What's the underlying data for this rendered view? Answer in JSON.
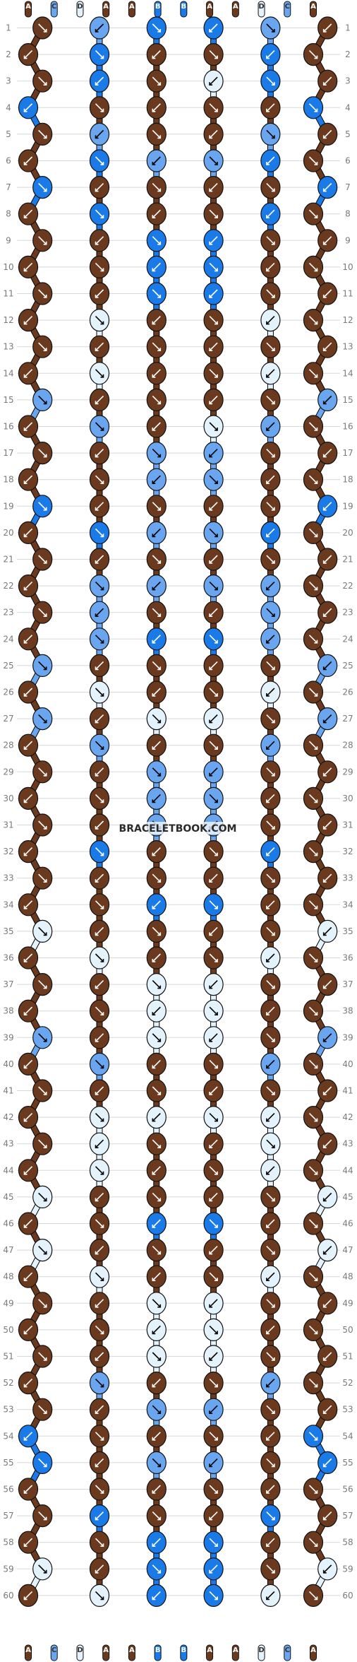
{
  "title": "",
  "watermark": "BRACELETBOOK.COM",
  "colors": {
    "A": "#6b3a1e",
    "B": "#1a7ae8",
    "C": "#6aa6f0",
    "D": "#e4f2fc",
    "outline": "#111111",
    "grid": "#d8d8d8"
  },
  "top_strings": [
    "A",
    "C",
    "D",
    "A",
    "A",
    "B",
    "B",
    "A",
    "A",
    "D",
    "C",
    "A"
  ],
  "bottom_strings": [
    "A",
    "C",
    "D",
    "A",
    "A",
    "B",
    "B",
    "A",
    "A",
    "D",
    "C",
    "A"
  ],
  "row_count": 60,
  "row_numbers": [
    1,
    2,
    3,
    4,
    5,
    6,
    7,
    8,
    9,
    10,
    11,
    12,
    13,
    14,
    15,
    16,
    17,
    18,
    19,
    20,
    21,
    22,
    23,
    24,
    25,
    26,
    27,
    28,
    29,
    30,
    31,
    32,
    33,
    34,
    35,
    36,
    37,
    38,
    39,
    40,
    41,
    42,
    43,
    44,
    45,
    46,
    47,
    48,
    49,
    50,
    51,
    52,
    53,
    54,
    55,
    56,
    57,
    58,
    59,
    60
  ],
  "knot_rows": [
    [
      "A",
      "C",
      "B",
      "B",
      "C",
      "A"
    ],
    [
      "A",
      "B",
      "A",
      "A",
      "B",
      "A"
    ],
    [
      "A",
      "B",
      "A",
      "D",
      "B",
      "A"
    ],
    [
      "B",
      "A",
      "A",
      "A",
      "A",
      "B"
    ],
    [
      "A",
      "C",
      "A",
      "A",
      "C",
      "A"
    ],
    [
      "A",
      "B",
      "C",
      "C",
      "B",
      "A"
    ],
    [
      "B",
      "A",
      "A",
      "A",
      "A",
      "B"
    ],
    [
      "A",
      "B",
      "A",
      "A",
      "B",
      "A"
    ],
    [
      "A",
      "A",
      "B",
      "B",
      "A",
      "A"
    ],
    [
      "A",
      "A",
      "B",
      "B",
      "A",
      "A"
    ],
    [
      "A",
      "A",
      "B",
      "B",
      "A",
      "A"
    ],
    [
      "A",
      "D",
      "A",
      "A",
      "D",
      "A"
    ],
    [
      "A",
      "A",
      "A",
      "A",
      "A",
      "A"
    ],
    [
      "A",
      "D",
      "A",
      "A",
      "D",
      "A"
    ],
    [
      "C",
      "A",
      "A",
      "A",
      "A",
      "C"
    ],
    [
      "A",
      "C",
      "A",
      "D",
      "C",
      "A"
    ],
    [
      "A",
      "A",
      "C",
      "C",
      "A",
      "A"
    ],
    [
      "A",
      "A",
      "C",
      "C",
      "A",
      "A"
    ],
    [
      "B",
      "A",
      "A",
      "A",
      "A",
      "B"
    ],
    [
      "A",
      "B",
      "C",
      "C",
      "B",
      "A"
    ],
    [
      "A",
      "A",
      "A",
      "A",
      "A",
      "A"
    ],
    [
      "A",
      "C",
      "C",
      "C",
      "C",
      "A"
    ],
    [
      "A",
      "C",
      "A",
      "A",
      "C",
      "A"
    ],
    [
      "A",
      "C",
      "B",
      "B",
      "C",
      "A"
    ],
    [
      "C",
      "A",
      "A",
      "A",
      "A",
      "C"
    ],
    [
      "A",
      "D",
      "A",
      "A",
      "D",
      "A"
    ],
    [
      "C",
      "A",
      "D",
      "D",
      "A",
      "C"
    ],
    [
      "A",
      "C",
      "A",
      "A",
      "C",
      "A"
    ],
    [
      "A",
      "A",
      "C",
      "C",
      "A",
      "A"
    ],
    [
      "A",
      "A",
      "C",
      "C",
      "A",
      "A"
    ],
    [
      "A",
      "A",
      "C",
      "C",
      "A",
      "A"
    ],
    [
      "A",
      "B",
      "A",
      "A",
      "B",
      "A"
    ],
    [
      "A",
      "A",
      "A",
      "A",
      "A",
      "A"
    ],
    [
      "A",
      "A",
      "B",
      "B",
      "A",
      "A"
    ],
    [
      "D",
      "A",
      "A",
      "A",
      "A",
      "D"
    ],
    [
      "A",
      "D",
      "A",
      "A",
      "D",
      "A"
    ],
    [
      "A",
      "A",
      "D",
      "D",
      "A",
      "A"
    ],
    [
      "A",
      "A",
      "D",
      "D",
      "A",
      "A"
    ],
    [
      "C",
      "A",
      "D",
      "D",
      "A",
      "C"
    ],
    [
      "A",
      "C",
      "A",
      "A",
      "C",
      "A"
    ],
    [
      "A",
      "A",
      "A",
      "A",
      "A",
      "A"
    ],
    [
      "A",
      "D",
      "D",
      "D",
      "D",
      "A"
    ],
    [
      "A",
      "D",
      "A",
      "A",
      "D",
      "A"
    ],
    [
      "A",
      "D",
      "A",
      "A",
      "D",
      "A"
    ],
    [
      "D",
      "A",
      "A",
      "A",
      "A",
      "D"
    ],
    [
      "A",
      "A",
      "B",
      "B",
      "A",
      "A"
    ],
    [
      "D",
      "A",
      "A",
      "A",
      "A",
      "D"
    ],
    [
      "A",
      "D",
      "A",
      "A",
      "D",
      "A"
    ],
    [
      "A",
      "A",
      "D",
      "D",
      "A",
      "A"
    ],
    [
      "A",
      "A",
      "D",
      "D",
      "A",
      "A"
    ],
    [
      "A",
      "A",
      "D",
      "D",
      "A",
      "A"
    ],
    [
      "A",
      "C",
      "A",
      "A",
      "C",
      "A"
    ],
    [
      "A",
      "A",
      "C",
      "C",
      "A",
      "A"
    ],
    [
      "B",
      "A",
      "A",
      "A",
      "A",
      "B"
    ],
    [
      "B",
      "A",
      "C",
      "C",
      "A",
      "B"
    ],
    [
      "A",
      "A",
      "A",
      "A",
      "A",
      "A"
    ],
    [
      "A",
      "B",
      "A",
      "A",
      "B",
      "A"
    ],
    [
      "A",
      "A",
      "B",
      "B",
      "A",
      "A"
    ],
    [
      "D",
      "A",
      "B",
      "B",
      "A",
      "D"
    ],
    [
      "A",
      "D",
      "B",
      "B",
      "D",
      "A"
    ]
  ]
}
